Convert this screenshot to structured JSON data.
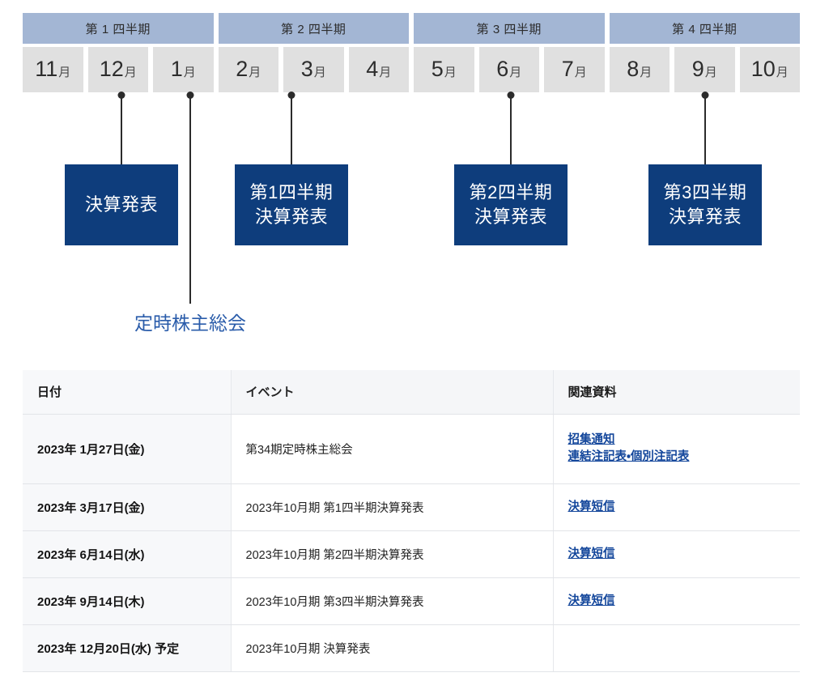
{
  "timeline": {
    "quarters": [
      {
        "label": "第 1 四半期",
        "months": [
          {
            "num": "11",
            "suffix": "月"
          },
          {
            "num": "12",
            "suffix": "月"
          },
          {
            "num": "1",
            "suffix": "月"
          }
        ]
      },
      {
        "label": "第 2 四半期",
        "months": [
          {
            "num": "2",
            "suffix": "月"
          },
          {
            "num": "3",
            "suffix": "月"
          },
          {
            "num": "4",
            "suffix": "月"
          }
        ]
      },
      {
        "label": "第 3 四半期",
        "months": [
          {
            "num": "5",
            "suffix": "月"
          },
          {
            "num": "6",
            "suffix": "月"
          },
          {
            "num": "7",
            "suffix": "月"
          }
        ]
      },
      {
        "label": "第 4 四半期",
        "months": [
          {
            "num": "8",
            "suffix": "月"
          },
          {
            "num": "9",
            "suffix": "月"
          },
          {
            "num": "10",
            "suffix": "月"
          }
        ]
      }
    ],
    "events": [
      {
        "line1": "決算発表",
        "line2": "",
        "month": "12月"
      },
      {
        "line1": "第1四半期",
        "line2": "決算発表",
        "month": "3月"
      },
      {
        "line1": "第2四半期",
        "line2": "決算発表",
        "month": "6月"
      },
      {
        "line1": "第3四半期",
        "line2": "決算発表",
        "month": "9月"
      }
    ],
    "side_label": {
      "text": "定時株主総会",
      "month": "1月"
    },
    "colors": {
      "quarter_header": "#a3b6d4",
      "month_cell": "#e0e0e0",
      "event_box": "#0e3d7c",
      "side_label": "#2a5caa",
      "connector": "#2b2b2b"
    }
  },
  "table": {
    "headers": {
      "date": "日付",
      "event": "イベント",
      "docs": "関連資料"
    },
    "rows": [
      {
        "date": "2023年 1月27日(金)",
        "event": "第34期定時株主総会",
        "docs": [
          "招集通知",
          "連結注記表・個別注記表"
        ]
      },
      {
        "date": "2023年 3月17日(金)",
        "event": "2023年10月期 第1四半期決算発表",
        "docs": [
          "決算短信"
        ]
      },
      {
        "date": "2023年 6月14日(水)",
        "event": "2023年10月期 第2四半期決算発表",
        "docs": [
          "決算短信"
        ]
      },
      {
        "date": "2023年 9月14日(木)",
        "event": "2023年10月期 第3四半期決算発表",
        "docs": [
          "決算短信"
        ]
      },
      {
        "date": "2023年 12月20日(水) 予定",
        "event": "2023年10月期 決算発表",
        "docs": []
      }
    ],
    "link_color": "#13469b"
  }
}
